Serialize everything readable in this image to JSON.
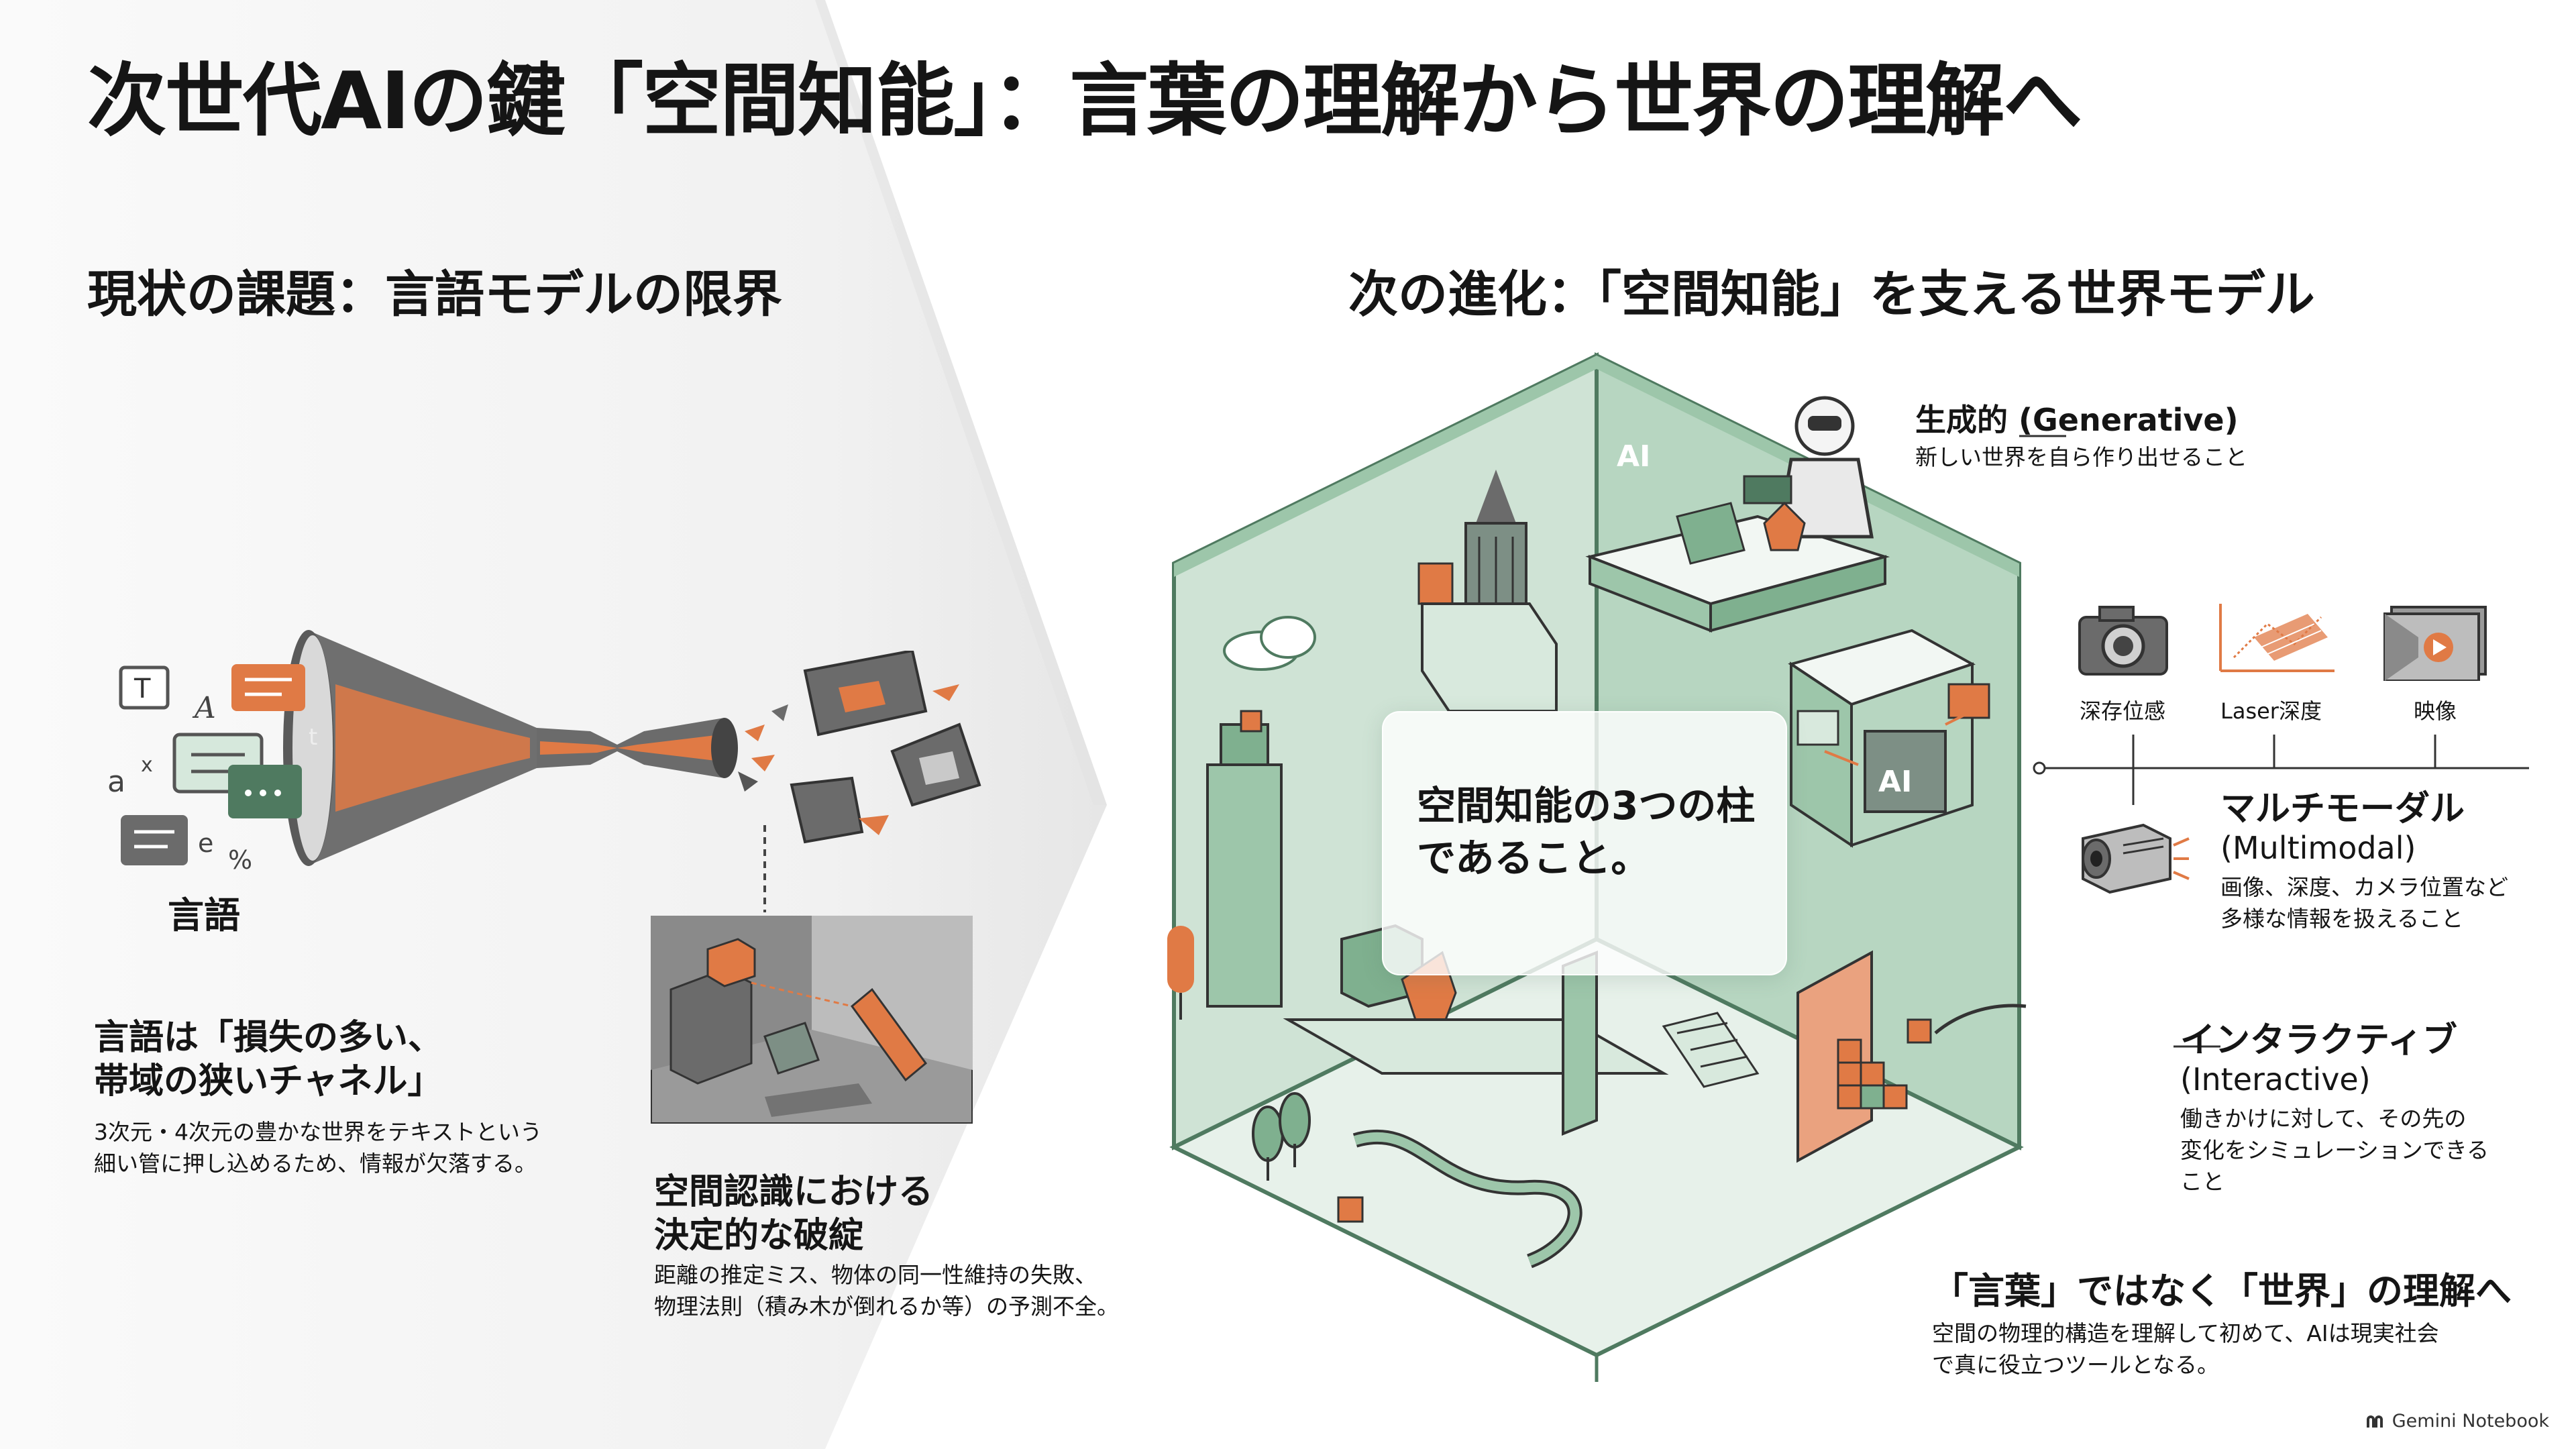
{
  "title": "次世代AIの鍵「空間知能」：言葉の理解から世界の理解へ",
  "left": {
    "section_title": "現状の課題：言語モデルの限界",
    "funnel_label": "言語",
    "funnel_glyphs": {
      "T": "T",
      "A": "A",
      "a": "a",
      "x": "x",
      "e": "e",
      "pct": "%",
      "t": "t"
    },
    "problem1": {
      "heading_line1": "言語は「損失の多い、",
      "heading_line2": "帯域の狭いチャネル」",
      "body_line1": "3次元・4次元の豊かな世界をテキストという",
      "body_line2": "細い管に押し込めるため、情報が欠落する。"
    },
    "problem2": {
      "heading_line1": "空間認識における",
      "heading_line2": "決定的な破綻",
      "body_line1": "距離の推定ミス、物体の同一性維持の失敗、",
      "body_line2": "物理法則（積み木が倒れるか等）の予測不全。"
    }
  },
  "right": {
    "section_title": "次の進化：「空間知能」を支える世界モデル",
    "center_card_line1": "空間知能の3つの柱",
    "center_card_line2": "であること。",
    "cube_label": "AI",
    "chip_label": "AI",
    "pillars": [
      {
        "title": "生成的 (Generative)",
        "desc": "新しい世界を自ら作り出せること"
      },
      {
        "title_line1": "マルチモーダル",
        "title_line2": "(Multimodal)",
        "desc_line1": "画像、深度、カメラ位置など",
        "desc_line2": "多様な情報を扱えること"
      },
      {
        "title_line1": "インタラクティブ",
        "title_line2": "(Interactive)",
        "desc_line1": "働きかけに対して、その先の",
        "desc_line2": "変化をシミュレーションできる",
        "desc_line3": "こと"
      }
    ],
    "sensors": [
      {
        "label": "深存位感",
        "icon": "camera-icon"
      },
      {
        "label": "Laser深度",
        "icon": "laser-plot-icon"
      },
      {
        "label": "映像",
        "icon": "video-icon"
      }
    ],
    "conclusion": {
      "heading": "「言葉」ではなく「世界」の理解へ",
      "body_line1": "空間の物理的構造を理解して初めて、AIは現実社会",
      "body_line2": "で真に役立つツールとなる。"
    }
  },
  "watermark": "Gemini Notebook",
  "colors": {
    "orange": "#e07a45",
    "green": "#8fbf9f",
    "dark_green": "#4f7a60",
    "gray": "#6d6d6d",
    "pale_green": "#e7f1ea"
  }
}
